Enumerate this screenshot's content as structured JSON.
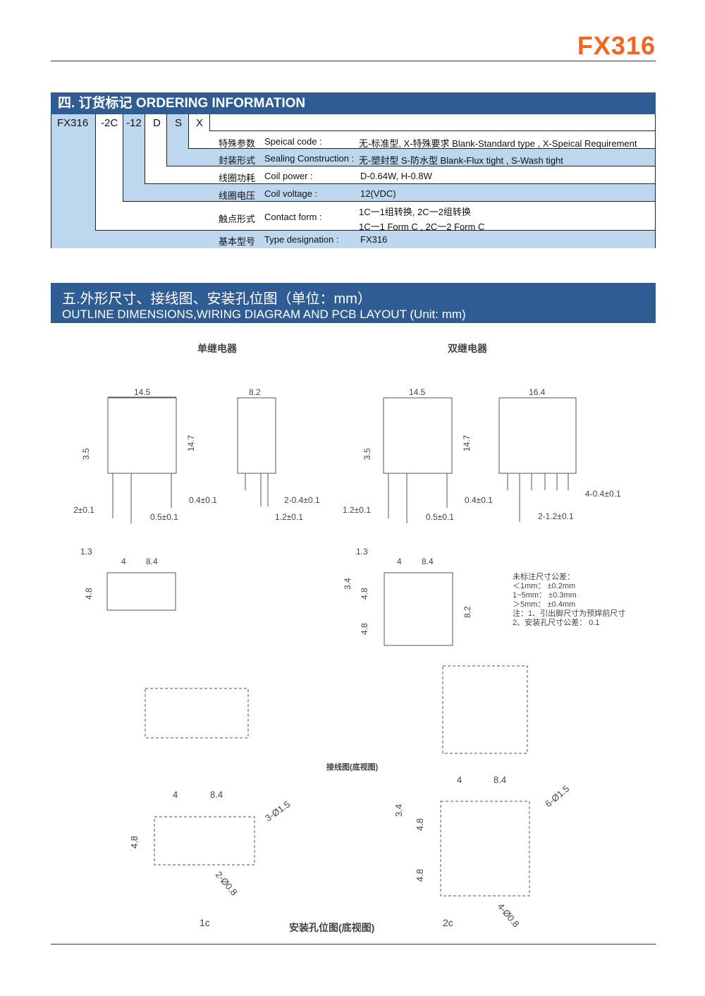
{
  "brand": "FX316",
  "ordering": {
    "title": "四. 订货标记 ORDERING INFORMATION",
    "codes": [
      "FX316",
      "-2C",
      "-12",
      "D",
      "S",
      "X"
    ],
    "rows": [
      {
        "cn": "特殊参数",
        "en": "Speical code :",
        "value": "无-标准型, X-特殊要求  Blank-Standard type , X-Speical Requirement"
      },
      {
        "cn": "封装形式",
        "en": "Sealing Construction :",
        "value": "无-塑封型 S-防水型  Blank-Flux tight , S-Wash tight"
      },
      {
        "cn": "线圈功耗",
        "en": "Coil power :",
        "value": "D-0.64W, H-0.8W"
      },
      {
        "cn": "线圈电压",
        "en": "Coil voltage :",
        "value": "12(VDC)"
      },
      {
        "cn": "触点形式",
        "en": "Contact form :",
        "value": "1C一1组转换, 2C一2组转换",
        "value2": "1C一1 Form C , 2C一2 Form C"
      },
      {
        "cn": "基本型号",
        "en": "Type designation :",
        "value": "FX316"
      }
    ]
  },
  "outline": {
    "title_cn": "五.外形尺寸、接线图、安装孔位图（单位：mm）",
    "title_en": "OUTLINE DIMENSIONS,WIRING DIAGRAM AND PCB LAYOUT (Unit: mm)",
    "single": "单继电器",
    "double": "双继电器",
    "dims": {
      "w145": "14.5",
      "w82": "8.2",
      "w164": "16.4",
      "h147": "14.7",
      "h35": "3.5",
      "p04": "0.4±0.1",
      "p05": "0.5±0.1",
      "p2": "2±0.1",
      "p12": "1.2±0.1",
      "p2x04": "2-0.4±0.1",
      "p4x04": "4-0.4±0.1",
      "p2x12": "2-1.2±0.1",
      "d13": "1.3",
      "d4": "4",
      "d84": "8.4",
      "d48": "4.8",
      "d34": "3.4",
      "d82": "8.2",
      "h3": "3-Ø1.5",
      "h2": "2-Ø0.8",
      "h6": "6-Ø1.5",
      "h4": "4-Ø0.8"
    },
    "tolerance": [
      "未标注尺寸公差：",
      "＜1mm：  ±0.2mm",
      "1~5mm：  ±0.3mm",
      "＞5mm：  ±0.4mm",
      "注：1、引出脚尺寸为预焊前尺寸",
      "      2、安装孔尺寸公差：   0.1"
    ],
    "wiring_label": "接线图(底视图)",
    "pcb_label": "安装孔位图(底视图)",
    "label_1c": "1c",
    "label_2c": "2c"
  }
}
